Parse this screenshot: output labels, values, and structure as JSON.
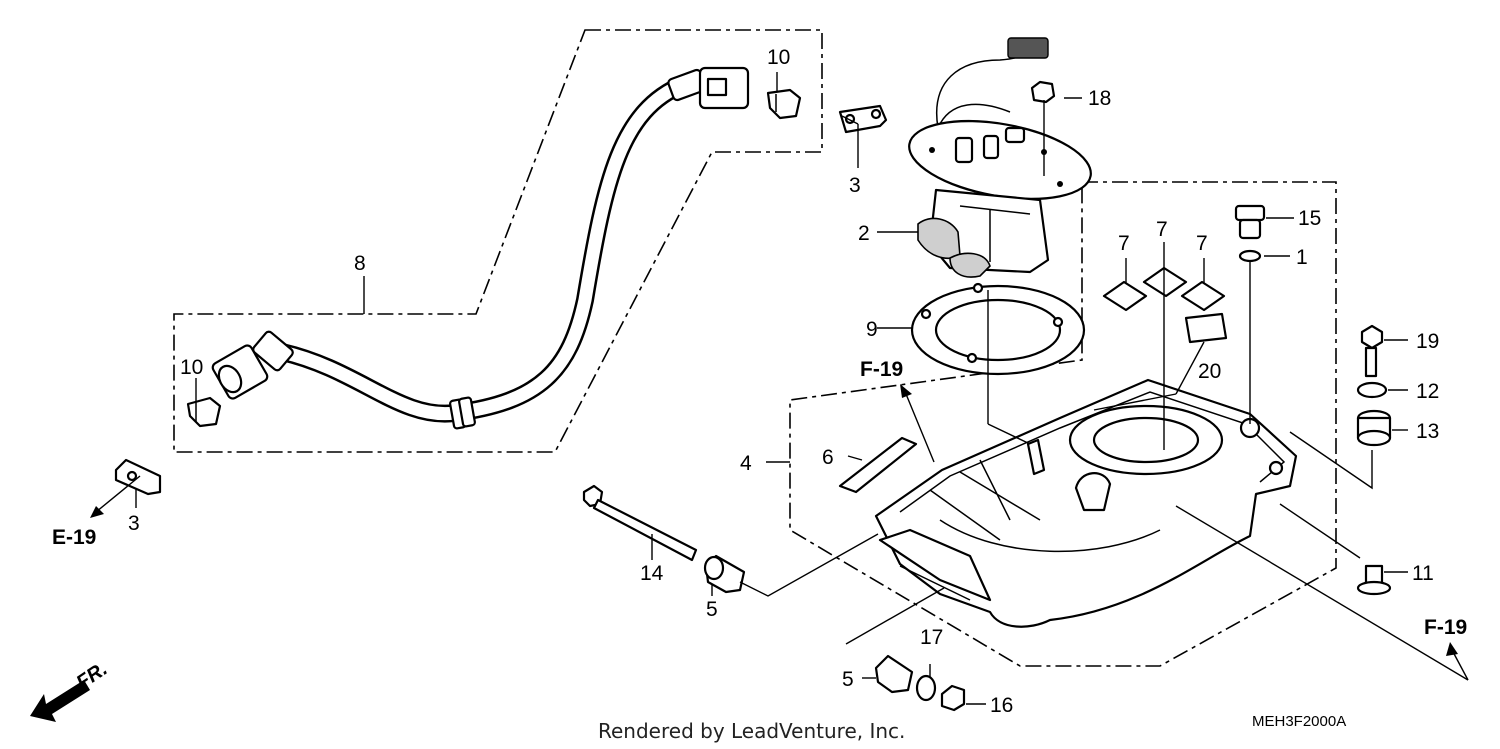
{
  "callouts": {
    "c1": "1",
    "c2": "2",
    "c3a": "3",
    "c3b": "3",
    "c4": "4",
    "c5a": "5",
    "c5b": "5",
    "c6": "6",
    "c7a": "7",
    "c7b": "7",
    "c7c": "7",
    "c8": "8",
    "c9": "9",
    "c10a": "10",
    "c10b": "10",
    "c11": "11",
    "c12": "12",
    "c13": "13",
    "c14": "14",
    "c15": "15",
    "c16": "16",
    "c17": "17",
    "c18": "18",
    "c19": "19",
    "c20": "20"
  },
  "refs": {
    "f19_top": "F-19",
    "f19_right": "F-19",
    "e19": "E-19"
  },
  "direction": "FR.",
  "credit": "Rendered by LeadVenture, Inc.",
  "diagram_code": "MEH3F2000A"
}
